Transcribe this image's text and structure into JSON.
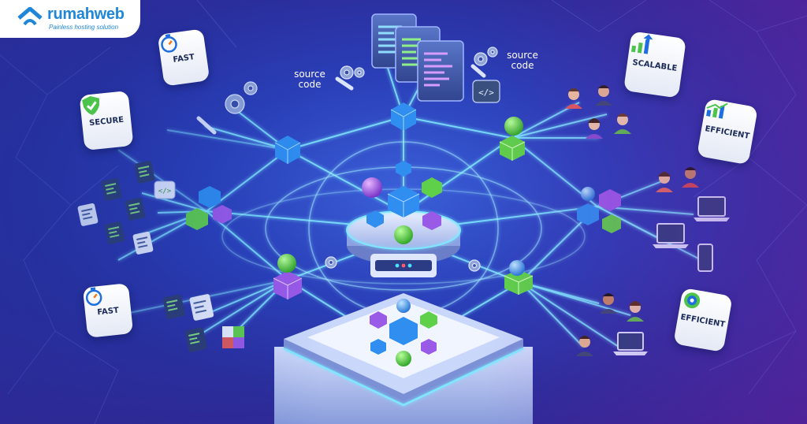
{
  "brand": {
    "name": "rumahweb",
    "tagline": "Painless hosting solution"
  },
  "badges": {
    "fast_top": "FAST",
    "secure": "SECURE",
    "fast_bottom": "FAST",
    "scalable": "SCALABLE",
    "efficient_top": "EFFICIENT",
    "efficient_bottom": "EFFICIENT"
  },
  "labels": {
    "source_code_left": "source code",
    "source_code_right": "source code"
  },
  "icons": [
    "stopwatch-icon",
    "shield-check-icon",
    "growth-chart-icon",
    "gear-icon",
    "wrench-icon",
    "code-tag-icon",
    "user-icon",
    "laptop-icon",
    "smartphone-icon",
    "server-icon",
    "cube-icon",
    "sphere-icon"
  ],
  "colors": {
    "brand_blue": "#1f86d8",
    "background": "#2a3fb8",
    "connection": "#7fe7ff",
    "cube_blue": "#2f8ef0",
    "cube_green": "#5fd04a",
    "cube_purple": "#9a5ae8"
  }
}
